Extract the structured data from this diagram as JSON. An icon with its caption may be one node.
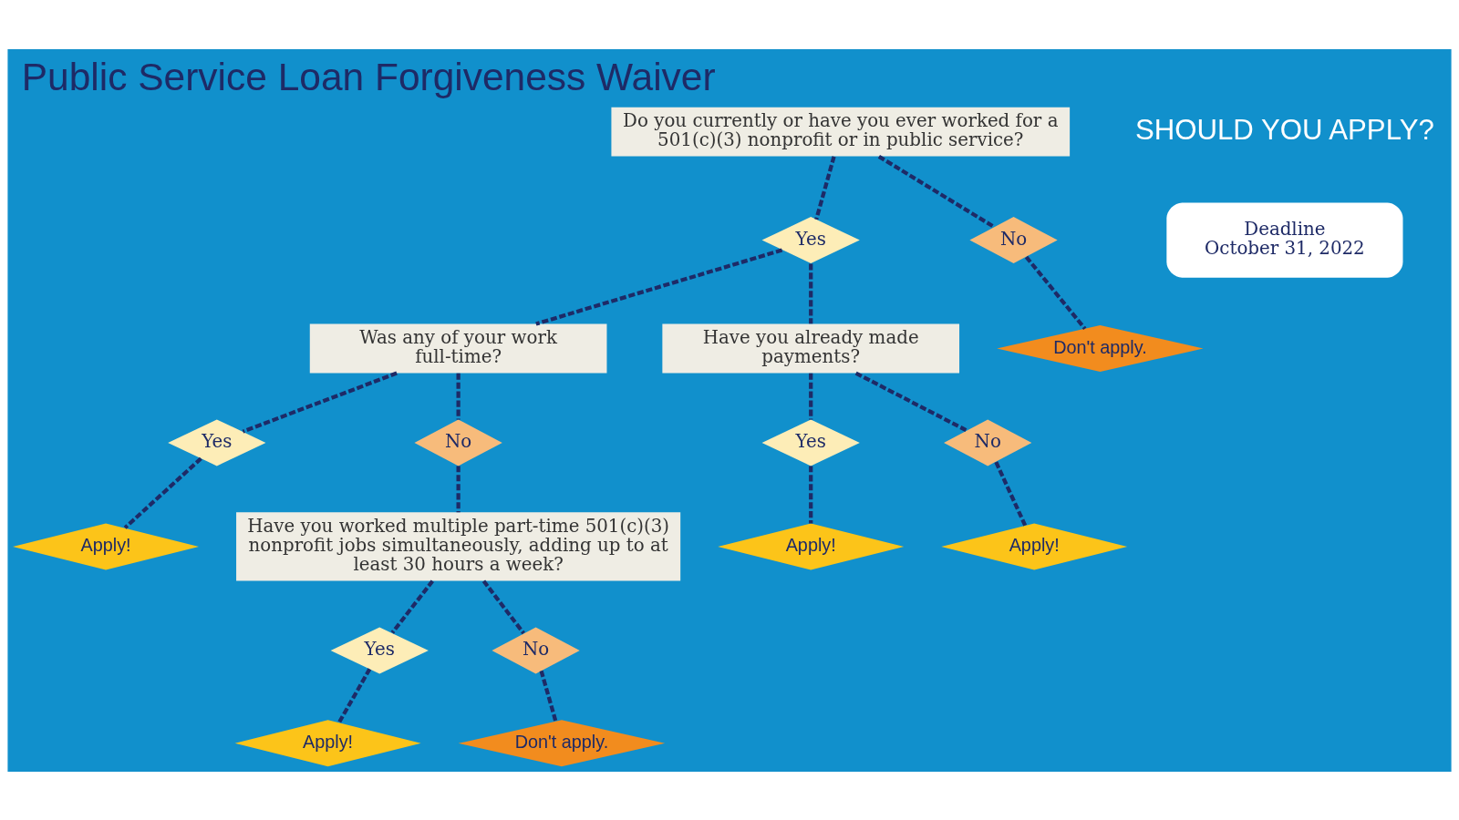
{
  "diagram": {
    "title": "Public Service Loan Forgiveness Waiver",
    "nodes": [
      {
        "text": [
          "Do you currently or have you ever worked for a 501(c)(3) nonprofit or in public service?"
        ]
      },
      {
        "text": [
          "Yes"
        ]
      },
      {
        "text": [
          "No"
        ]
      },
      {
        "text": [
          "Don't apply."
        ]
      },
      {
        "text": [
          "Was any of your work full-time?"
        ]
      },
      {
        "text": [
          "Have you already made payments?"
        ]
      },
      {
        "text": [
          "Yes"
        ]
      },
      {
        "text": [
          "No"
        ]
      },
      {
        "text": [
          "Apply!"
        ]
      },
      {
        "text": [
          "Have you worked multiple part-time 501(c)(3) nonprofit jobs simultaneously, adding up to at least 30 hours a week?"
        ]
      },
      {
        "text": [
          "Yes"
        ]
      },
      {
        "text": [
          "No"
        ]
      },
      {
        "text": [
          "Apply!"
        ]
      },
      {
        "text": [
          "Apply!"
        ]
      },
      {
        "text": [
          "Yes"
        ]
      },
      {
        "text": [
          "No"
        ]
      },
      {
        "text": [
          "Apply!"
        ]
      },
      {
        "text": [
          "Don't apply."
        ]
      },
      {
        "text": [
          "Deadline",
          "October 31, 2022"
        ]
      }
    ],
    "edges": [
      {
        "from": 0,
        "to": 1,
        "arrow": "none",
        "style": "dashed"
      },
      {
        "from": 0,
        "to": 2,
        "arrow": "none",
        "style": "dashed"
      },
      {
        "from": 2,
        "to": 3,
        "arrow": "none",
        "style": "dashed"
      },
      {
        "from": 1,
        "to": 4,
        "arrow": "none",
        "style": "dashed"
      },
      {
        "from": 1,
        "to": 5,
        "arrow": "none",
        "style": "dashed"
      },
      {
        "from": 4,
        "to": 6,
        "arrow": "none",
        "style": "dashed"
      },
      {
        "from": 6,
        "to": 8,
        "arrow": "none",
        "style": "dashed"
      },
      {
        "from": 4,
        "to": 7,
        "arrow": "none",
        "style": "dashed"
      },
      {
        "from": 7,
        "to": 9,
        "arrow": "none",
        "style": "dashed"
      },
      {
        "from": 5,
        "to": 10,
        "arrow": "none",
        "style": "dashed"
      },
      {
        "from": 10,
        "to": 13,
        "arrow": "none",
        "style": "dashed"
      },
      {
        "from": 5,
        "to": 11,
        "arrow": "none",
        "style": "dashed"
      },
      {
        "from": 11,
        "to": 12,
        "arrow": "none",
        "style": "dashed"
      },
      {
        "from": 9,
        "to": 14,
        "arrow": "none",
        "style": "dashed"
      },
      {
        "from": 14,
        "to": 16,
        "arrow": "none",
        "style": "dashed"
      },
      {
        "from": 9,
        "to": 15,
        "arrow": "none",
        "style": "dashed"
      },
      {
        "from": 15,
        "to": 17,
        "arrow": "none",
        "style": "dashed"
      }
    ],
    "labels": [
      "SHOULD YOU APPLY?"
    ]
  }
}
